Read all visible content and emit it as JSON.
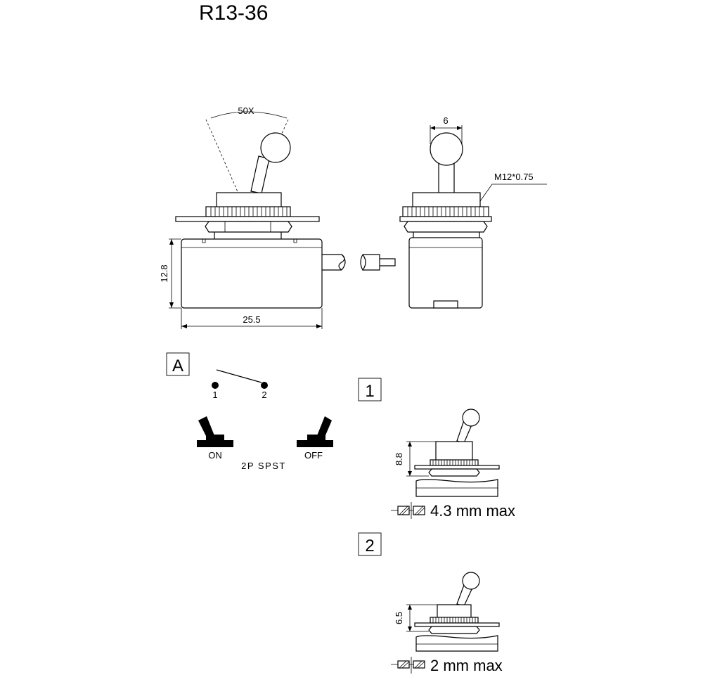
{
  "title": "R13-36",
  "main_view": {
    "angle_label": "50X",
    "height_label": "12.8",
    "width_label": "25.5"
  },
  "side_view": {
    "width_label": "6",
    "thread_label": "M12*0.75"
  },
  "schematic": {
    "section_letter": "A",
    "contact_1": "1",
    "contact_2": "2",
    "on_label": "ON",
    "off_label": "OFF",
    "type_label": "2P SPST"
  },
  "mount_1": {
    "number": "1",
    "height_label": "8.8",
    "panel_label": "4.3 mm max"
  },
  "mount_2": {
    "number": "2",
    "height_label": "6.5",
    "panel_label": "2 mm max"
  }
}
